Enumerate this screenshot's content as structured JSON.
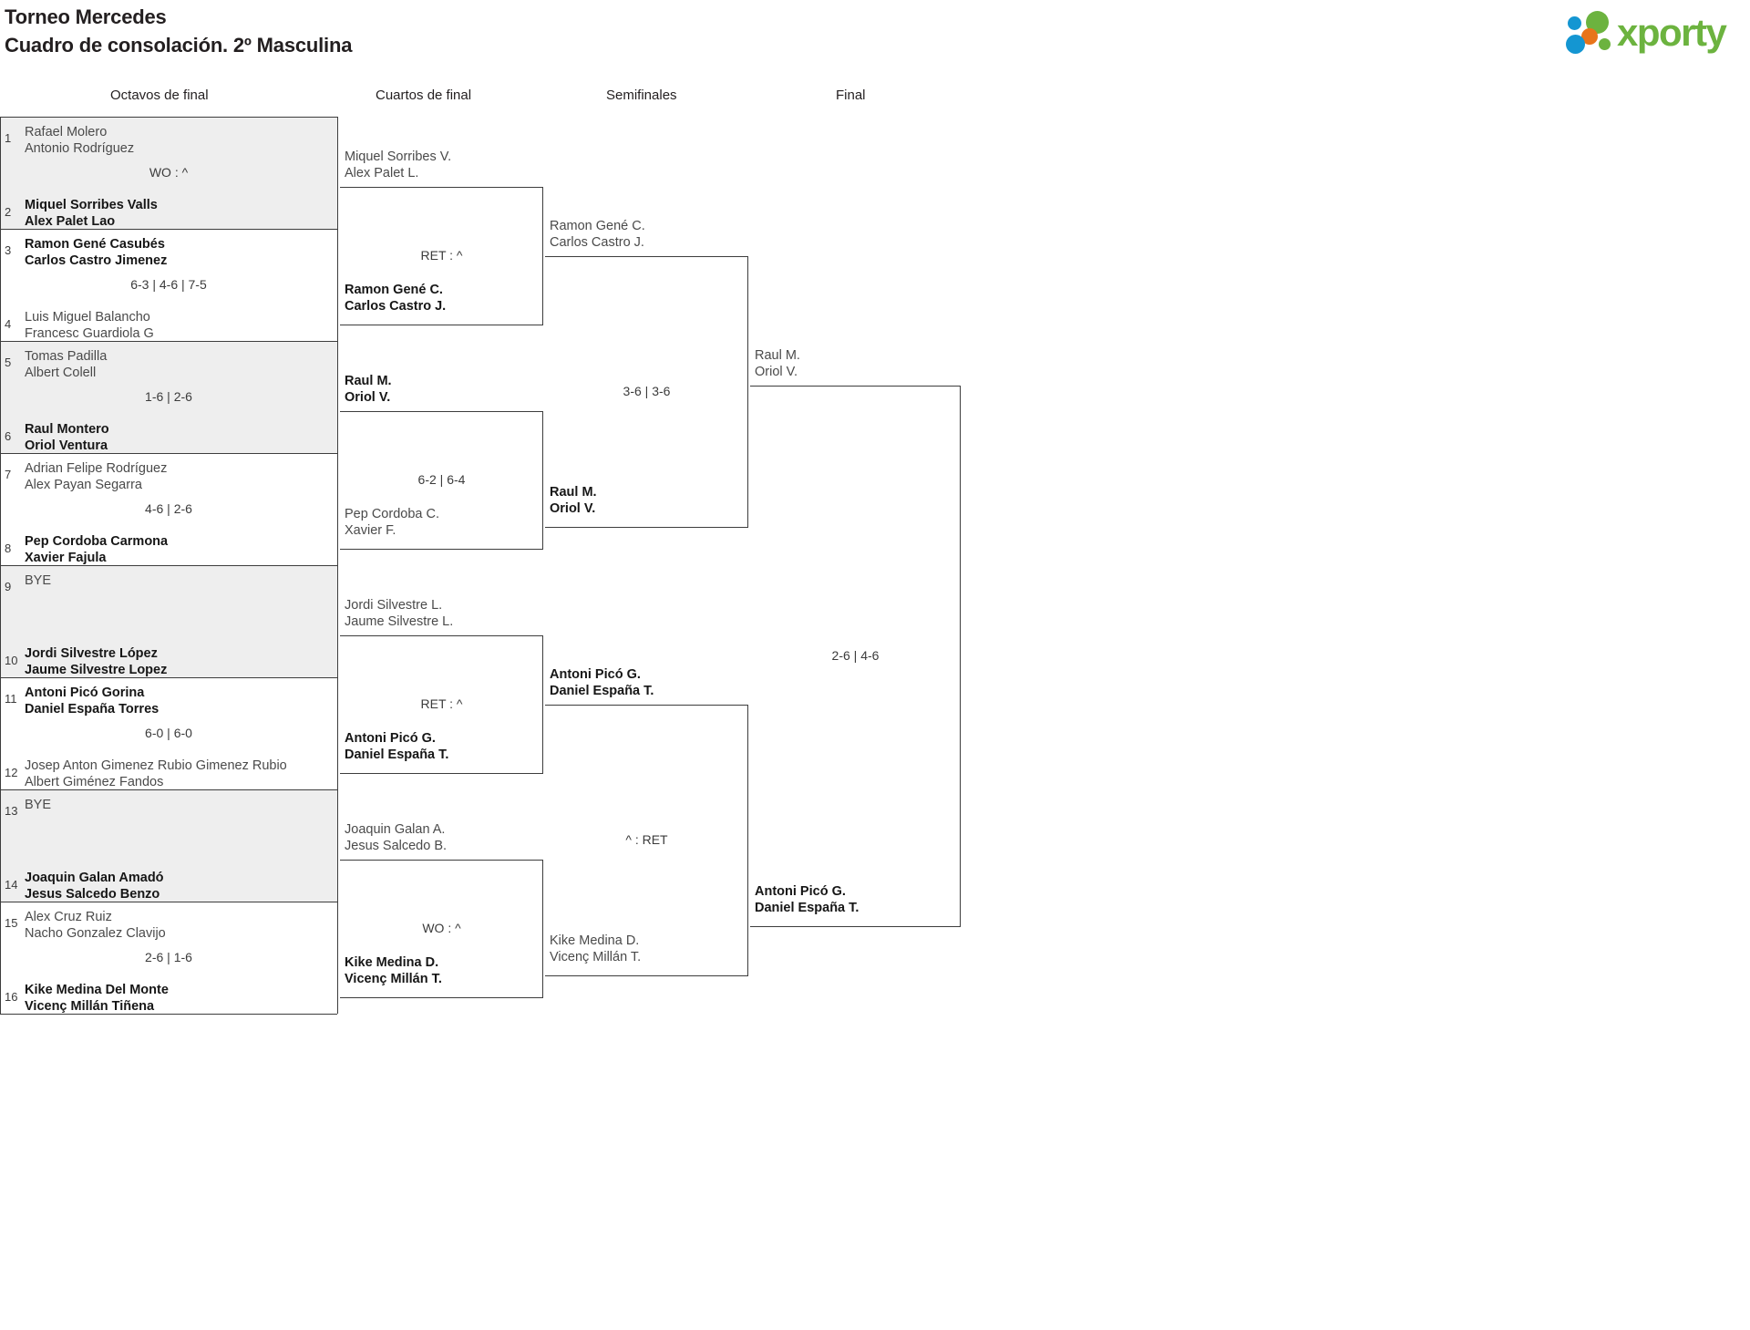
{
  "header": {
    "title_line1": "Torneo Mercedes",
    "title_line2": "Cuadro de consolación. 2º Masculina",
    "logo_text": "xporty",
    "logo_colors": {
      "green": "#6cb33f",
      "orange": "#e8741a",
      "blue": "#1496d2"
    }
  },
  "rounds": {
    "r1_label": "Octavos de final",
    "r2_label": "Cuartos de final",
    "r3_label": "Semifinales",
    "r4_label": "Final"
  },
  "round1": {
    "matches": [
      {
        "top": {
          "seed": "1",
          "p1": "Rafael Molero",
          "p2": "Antonio Rodríguez",
          "winner": false
        },
        "bottom": {
          "seed": "2",
          "p1": "Miquel Sorribes Valls",
          "p2": "Alex Palet Lao",
          "winner": true
        },
        "score": "WO : ^"
      },
      {
        "top": {
          "seed": "3",
          "p1": "Ramon Gené Casubés",
          "p2": "Carlos Castro Jimenez",
          "winner": true
        },
        "bottom": {
          "seed": "4",
          "p1": "Luis Miguel Balancho",
          "p2": "Francesc Guardiola G",
          "winner": false
        },
        "score": "6-3 | 4-6 | 7-5"
      },
      {
        "top": {
          "seed": "5",
          "p1": "Tomas Padilla",
          "p2": "Albert Colell",
          "winner": false
        },
        "bottom": {
          "seed": "6",
          "p1": "Raul Montero",
          "p2": "Oriol Ventura",
          "winner": true
        },
        "score": "1-6 | 2-6"
      },
      {
        "top": {
          "seed": "7",
          "p1": "Adrian Felipe Rodríguez",
          "p2": "Alex Payan Segarra",
          "winner": false
        },
        "bottom": {
          "seed": "8",
          "p1": "Pep Cordoba Carmona",
          "p2": "Xavier Fajula",
          "winner": true
        },
        "score": "4-6 | 2-6"
      },
      {
        "top": {
          "seed": "9",
          "p1": "BYE",
          "p2": "",
          "winner": false
        },
        "bottom": {
          "seed": "10",
          "p1": "Jordi Silvestre López",
          "p2": "Jaume Silvestre Lopez",
          "winner": true
        },
        "score": ""
      },
      {
        "top": {
          "seed": "11",
          "p1": "Antoni Picó Gorina",
          "p2": "Daniel España Torres",
          "winner": true
        },
        "bottom": {
          "seed": "12",
          "p1": "Josep Anton Gimenez Rubio Gimenez Rubio",
          "p2": "Albert Giménez Fandos",
          "winner": false
        },
        "score": "6-0 | 6-0"
      },
      {
        "top": {
          "seed": "13",
          "p1": "BYE",
          "p2": "",
          "winner": false
        },
        "bottom": {
          "seed": "14",
          "p1": "Joaquin Galan Amadó",
          "p2": "Jesus Salcedo Benzo",
          "winner": true
        },
        "score": ""
      },
      {
        "top": {
          "seed": "15",
          "p1": "Alex Cruz Ruiz",
          "p2": "Nacho Gonzalez Clavijo",
          "winner": false
        },
        "bottom": {
          "seed": "16",
          "p1": "Kike Medina Del Monte",
          "p2": "Vicenç Millán Tiñena",
          "winner": true
        },
        "score": "2-6 | 1-6"
      }
    ]
  },
  "round2": {
    "matches": [
      {
        "top": {
          "p1": "Miquel Sorribes V.",
          "p2": "Alex Palet L.",
          "winner": false
        },
        "bottom": {
          "p1": "Ramon Gené C.",
          "p2": "Carlos Castro J.",
          "winner": true
        },
        "score": "RET : ^"
      },
      {
        "top": {
          "p1": "Raul M.",
          "p2": "Oriol V.",
          "winner": true
        },
        "bottom": {
          "p1": "Pep Cordoba C.",
          "p2": "Xavier F.",
          "winner": false
        },
        "score": "6-2 | 6-4"
      },
      {
        "top": {
          "p1": "Jordi Silvestre L.",
          "p2": "Jaume Silvestre L.",
          "winner": false
        },
        "bottom": {
          "p1": "Antoni Picó G.",
          "p2": "Daniel España T.",
          "winner": true
        },
        "score": "RET : ^"
      },
      {
        "top": {
          "p1": "Joaquin Galan A.",
          "p2": "Jesus Salcedo B.",
          "winner": false
        },
        "bottom": {
          "p1": "Kike Medina D.",
          "p2": "Vicenç Millán T.",
          "winner": true
        },
        "score": "WO : ^"
      }
    ]
  },
  "round3": {
    "matches": [
      {
        "top": {
          "p1": "Ramon Gené C.",
          "p2": "Carlos Castro J.",
          "winner": false
        },
        "bottom": {
          "p1": "Raul M.",
          "p2": "Oriol V.",
          "winner": true
        },
        "score": "3-6 | 3-6"
      },
      {
        "top": {
          "p1": "Antoni Picó G.",
          "p2": "Daniel España T.",
          "winner": true
        },
        "bottom": {
          "p1": "Kike Medina D.",
          "p2": "Vicenç Millán T.",
          "winner": false
        },
        "score": "^ : RET"
      }
    ]
  },
  "round4": {
    "matches": [
      {
        "top": {
          "p1": "Raul M.",
          "p2": "Oriol V.",
          "winner": false
        },
        "bottom": {
          "p1": "Antoni Picó G.",
          "p2": "Daniel España T.",
          "winner": true
        },
        "score": "2-6 | 4-6"
      }
    ]
  }
}
